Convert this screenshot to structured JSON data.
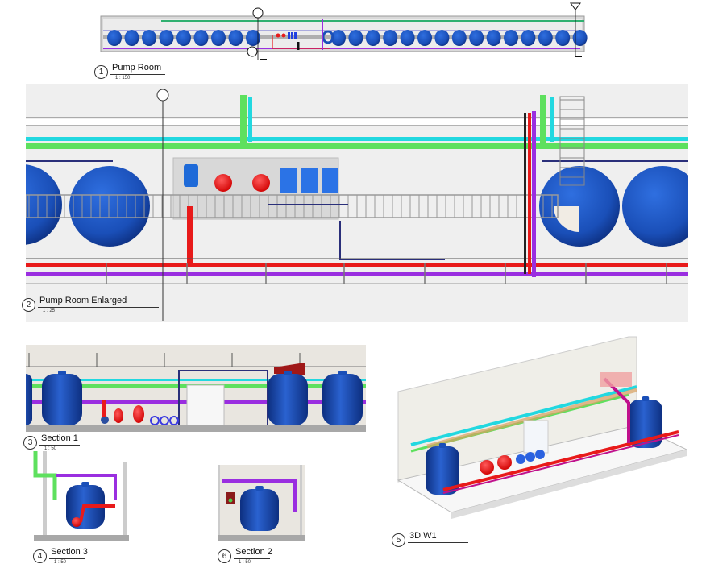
{
  "sheet": {
    "views": [
      {
        "id": "pump-room",
        "number": "1",
        "title": "Pump Room",
        "scale": "1 : 150"
      },
      {
        "id": "pump-room-enlarged",
        "number": "2",
        "title": "Pump Room Enlarged",
        "scale": "1 : 25"
      },
      {
        "id": "section-1",
        "number": "3",
        "title": "Section 1",
        "scale": "1 : 50"
      },
      {
        "id": "section-3",
        "number": "4",
        "title": "Section 3",
        "scale": "1 : 50"
      },
      {
        "id": "3d-w1",
        "number": "5",
        "title": "3D W1",
        "scale": ""
      },
      {
        "id": "section-2",
        "number": "6",
        "title": "Section 2",
        "scale": "1 : 50"
      }
    ]
  },
  "colors": {
    "tank_blue": "#1a4fb8",
    "tank_dark": "#0d2f80",
    "fire_red": "#e81a1a",
    "purple": "#9a2ee0",
    "magenta": "#c0108c",
    "green": "#5ee05e",
    "cyan": "#22d8e0",
    "navy": "#2a2f7a",
    "tray_gray": "#9a9a9a",
    "wall": "#efefef",
    "panel": "#d8d8d8"
  },
  "plan": {
    "tank_count_left": 9,
    "tank_count_right": 15
  }
}
